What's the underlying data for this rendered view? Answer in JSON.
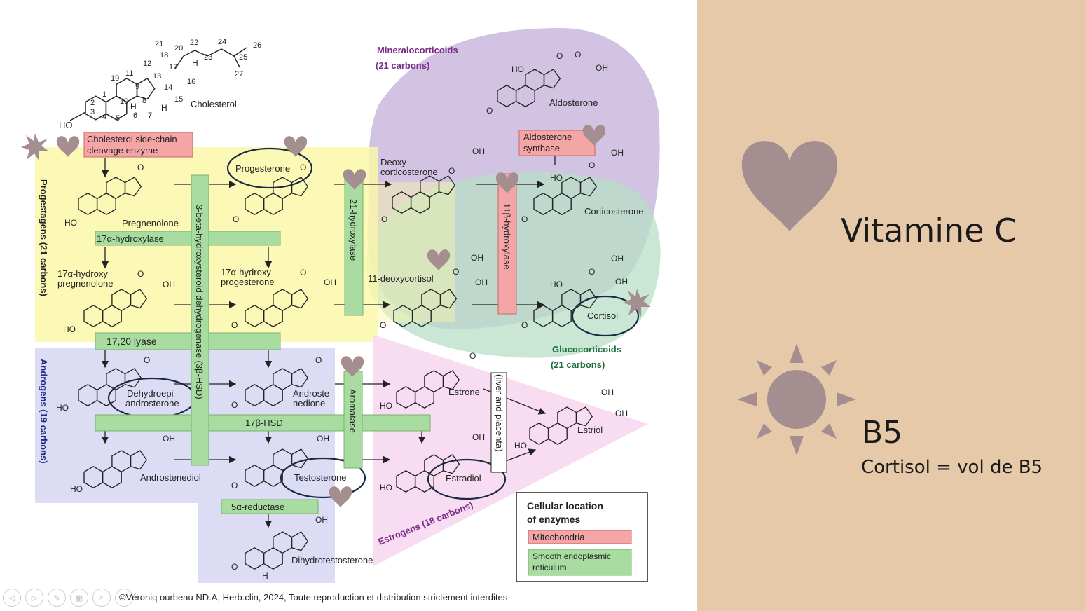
{
  "diagram": {
    "cholesterol": {
      "name": "Cholesterol",
      "numbers": [
        "1",
        "2",
        "3",
        "4",
        "5",
        "6",
        "7",
        "8",
        "9",
        "10",
        "11",
        "12",
        "13",
        "14",
        "15",
        "16",
        "17",
        "18",
        "19",
        "20",
        "21",
        "22",
        "23",
        "24",
        "25",
        "26",
        "27"
      ],
      "ho": "HO",
      "h": "H"
    },
    "groups": {
      "mineralocorticoids": "Mineralocorticoids",
      "mineralocorticoids_sub": "(21 carbons)",
      "glucocorticoids": "Glucocorticoids",
      "glucocorticoids_sub": "(21 carbons)",
      "progestagens": "Progestagens (21 carbons)",
      "androgens": "Androgens (19 carbons)",
      "estrogens": "Estrogens (18 carbons)"
    },
    "enzymes": {
      "scc": "Cholesterol side-chain cleavage enzyme",
      "scc_line1": "Cholesterol side-chain",
      "scc_line2": "cleavage enzyme",
      "hydroxylase17": "17α-hydroxylase",
      "lyase": "17,20 lyase",
      "hsd3b": "3-beta-hydroxysteroid dehydrogenase (3β-HSD)",
      "hydroxylase21": "21-hydroxylase",
      "hydroxylase11b": "11β-hydroxylase",
      "aldo_synthase_line1": "Aldosterone",
      "aldo_synthase_line2": "synthase",
      "hsd17b": "17β-HSD",
      "aromatase": "Aromatase",
      "reductase": "5α-reductase",
      "liver": "(liver and placenta)"
    },
    "molecules": {
      "pregnenolone": "Pregnenolone",
      "progesterone": "Progesterone",
      "deoxycorticosterone_1": "Deoxy-",
      "deoxycorticosterone_2": "corticosterone",
      "corticosterone": "Corticosterone",
      "aldosterone": "Aldosterone",
      "oh_preg_1": "17α-hydroxy",
      "oh_preg_2": "pregnenolone",
      "oh_prog_1": "17α-hydroxy",
      "oh_prog_2": "progesterone",
      "deoxycortisol": "11-deoxycortisol",
      "cortisol": "Cortisol",
      "dhea_1": "Dehydroepi-",
      "dhea_2": "androsterone",
      "androstenedione_1": "Androste-",
      "androstenedione_2": "nedione",
      "estrone": "Estrone",
      "estriol": "Estriol",
      "androstenediol": "Androstenediol",
      "testosterone": "Testosterone",
      "estradiol": "Estradiol",
      "dht": "Dihydrotestosterone"
    },
    "atoms": {
      "oh": "OH",
      "ho": "HO",
      "o": "O",
      "h": "H"
    },
    "legend": {
      "title_1": "Cellular location",
      "title_2": "of enzymes",
      "mito": "Mitochondria",
      "er_1": "Smooth endoplasmic",
      "er_2": "reticulum"
    },
    "colors": {
      "mito": "#f4a6a6",
      "er": "#a8dca0",
      "progestagen_bg": "#fbf7a8",
      "mineral_bg": "#c9b8dc",
      "gluco_bg": "#b7dfc6",
      "androgen_bg": "#dcdcf5",
      "estrogen_bg": "#f8dcf2",
      "heart": "#a48e90",
      "side_panel": "#e6c9a8"
    }
  },
  "side": {
    "vitamin_c": "Vitamine C",
    "b5": "B5",
    "b5_note": "Cortisol = vol de B5",
    "heart_icon": "heart-icon",
    "sun_icon": "sun-icon"
  },
  "footer": {
    "copyright": "©Véroniq ourbeau ND.A, Herb.clin, 2024, Toute reproduction et distribution strictement interdites"
  },
  "toolbar": {
    "prev": "◁",
    "next": "▷",
    "pen": "✎",
    "slides": "▦",
    "zoom": "⌕",
    "more": "⋯"
  }
}
